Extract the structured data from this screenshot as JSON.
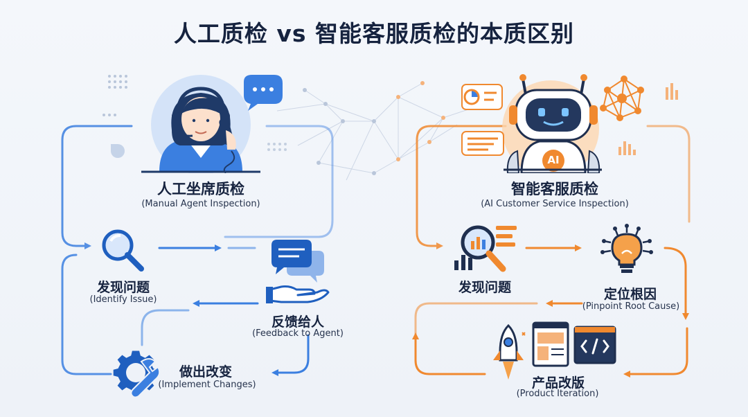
{
  "title": "人工质检 vs 智能客服质检的本质区别",
  "left": {
    "header_cn": "人工坐席质检",
    "header_en": "(Manual Agent Inspection)",
    "steps": [
      {
        "cn": "发现问题",
        "en": "(Identify Issue)",
        "icon": "magnifier-icon"
      },
      {
        "cn": "反馈给人",
        "en": "(Feedback to Agent)",
        "icon": "chat-hand-icon"
      },
      {
        "cn": "做出改变",
        "en": "(Implement Changes)",
        "icon": "gear-wrench-icon"
      }
    ],
    "accent": "#3b7fe0"
  },
  "right": {
    "header_cn": "智能客服质检",
    "header_en": "(AI Customer Service Inspection)",
    "robot_badge": "AI",
    "steps": [
      {
        "cn": "发现问题",
        "en": "",
        "icon": "analytics-magnifier-icon"
      },
      {
        "cn": "定位根因",
        "en": "(Pinpoint Root Cause)",
        "icon": "lightbulb-circuit-icon"
      },
      {
        "cn": "产品改版",
        "en": "(Product Iteration)",
        "icon": "rocket-code-icon"
      }
    ],
    "accent": "#f0892f"
  }
}
